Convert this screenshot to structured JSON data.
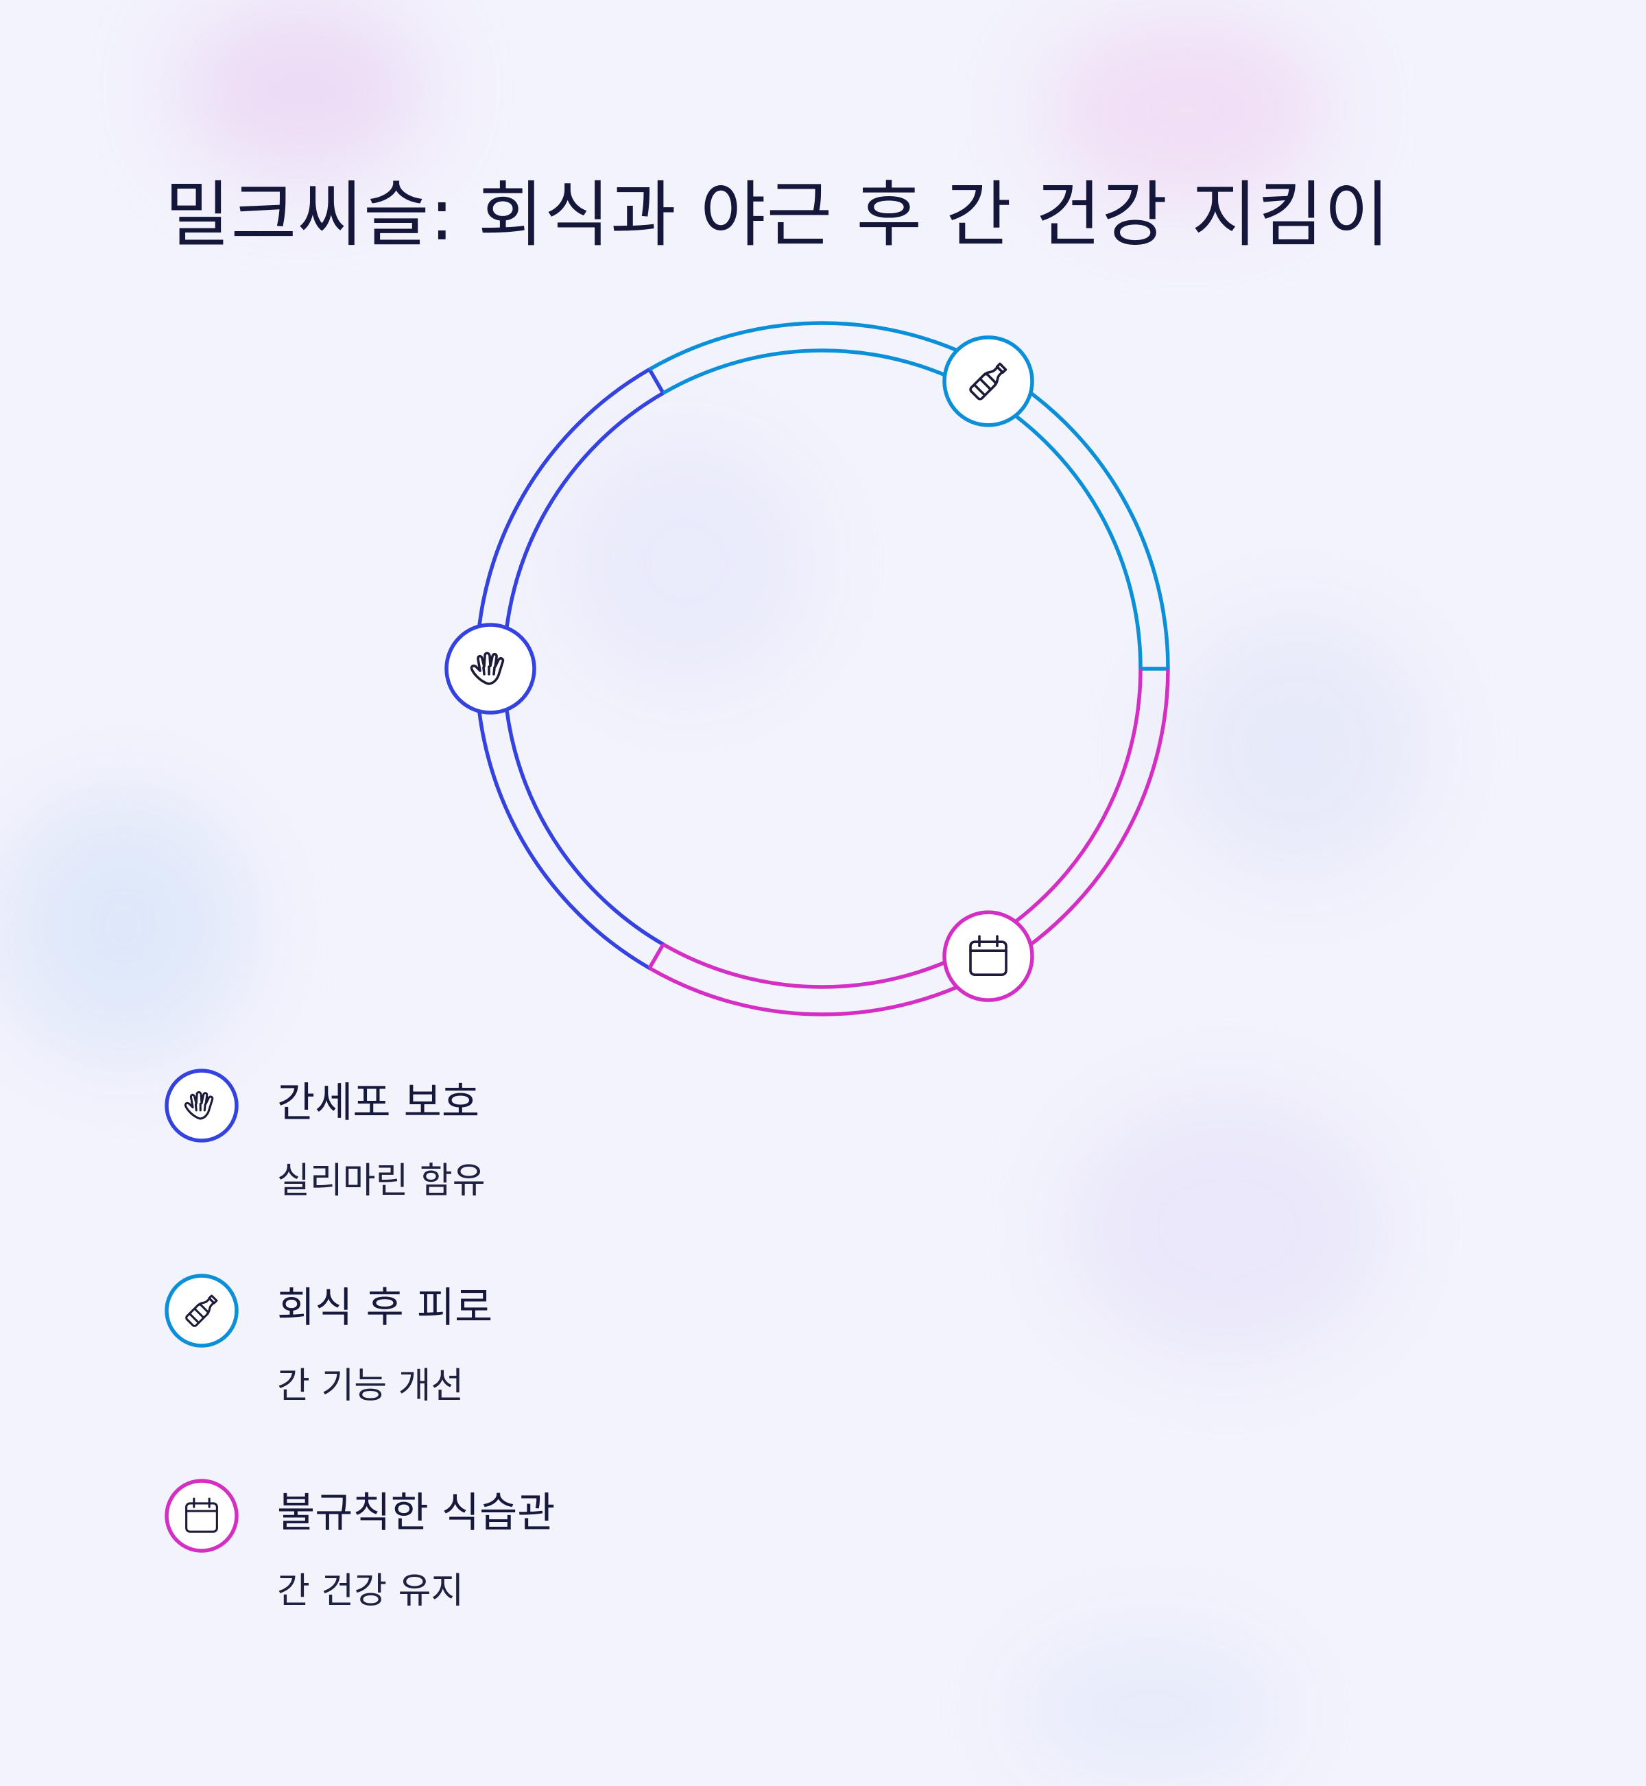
{
  "title": "밀크씨슬: 회식과 야근 후 간 건강 지킴이",
  "colors": {
    "blue": "#3442e0",
    "cyan": "#0b8fd9",
    "magenta": "#d42fc4",
    "text": "#15173a",
    "icon_stroke": "#1c1c3a"
  },
  "segments": [
    {
      "color_key": "blue",
      "icon": "hand-icon"
    },
    {
      "color_key": "cyan",
      "icon": "bottle-icon"
    },
    {
      "color_key": "magenta",
      "icon": "calendar-icon"
    }
  ],
  "legend": [
    {
      "title": "간세포 보호",
      "desc": "실리마린 함유",
      "icon": "hand-icon",
      "color_key": "blue"
    },
    {
      "title": "회식 후 피로",
      "desc": "간 기능 개선",
      "icon": "bottle-icon",
      "color_key": "cyan"
    },
    {
      "title": "불규칙한 식습관",
      "desc": "간 건강 유지",
      "icon": "calendar-icon",
      "color_key": "magenta"
    }
  ]
}
